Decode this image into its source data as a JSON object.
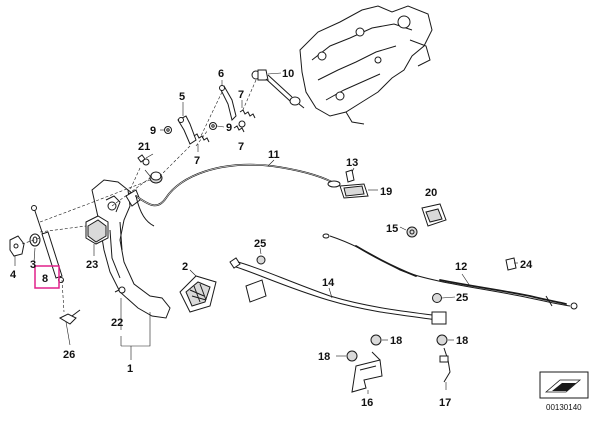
{
  "callouts": [
    {
      "id": "1",
      "label": "1"
    },
    {
      "id": "2",
      "label": "2"
    },
    {
      "id": "3",
      "label": "3"
    },
    {
      "id": "4",
      "label": "4"
    },
    {
      "id": "5",
      "label": "5"
    },
    {
      "id": "6",
      "label": "6"
    },
    {
      "id": "7a",
      "label": "7"
    },
    {
      "id": "7b",
      "label": "7"
    },
    {
      "id": "7c",
      "label": "7"
    },
    {
      "id": "8",
      "label": "8",
      "highlighted": true
    },
    {
      "id": "9a",
      "label": "9"
    },
    {
      "id": "9b",
      "label": "9"
    },
    {
      "id": "10",
      "label": "10"
    },
    {
      "id": "11",
      "label": "11"
    },
    {
      "id": "12",
      "label": "12"
    },
    {
      "id": "13",
      "label": "13"
    },
    {
      "id": "14",
      "label": "14"
    },
    {
      "id": "15",
      "label": "15"
    },
    {
      "id": "16",
      "label": "16"
    },
    {
      "id": "17",
      "label": "17"
    },
    {
      "id": "18a",
      "label": "18"
    },
    {
      "id": "18b",
      "label": "18"
    },
    {
      "id": "18c",
      "label": "18"
    },
    {
      "id": "19",
      "label": "19"
    },
    {
      "id": "20",
      "label": "20"
    },
    {
      "id": "21",
      "label": "21"
    },
    {
      "id": "22",
      "label": "22"
    },
    {
      "id": "23",
      "label": "23"
    },
    {
      "id": "24",
      "label": "24"
    },
    {
      "id": "25a",
      "label": "25"
    },
    {
      "id": "25b",
      "label": "25"
    },
    {
      "id": "26",
      "label": "26"
    }
  ],
  "diagram_id": "00130140",
  "colors": {
    "line": "#1a1a1a",
    "highlight": "#e0218a",
    "grey": "#d9d9d9",
    "background": "#ffffff"
  },
  "icons": {
    "corner": "view-direction-arrow-icon"
  }
}
